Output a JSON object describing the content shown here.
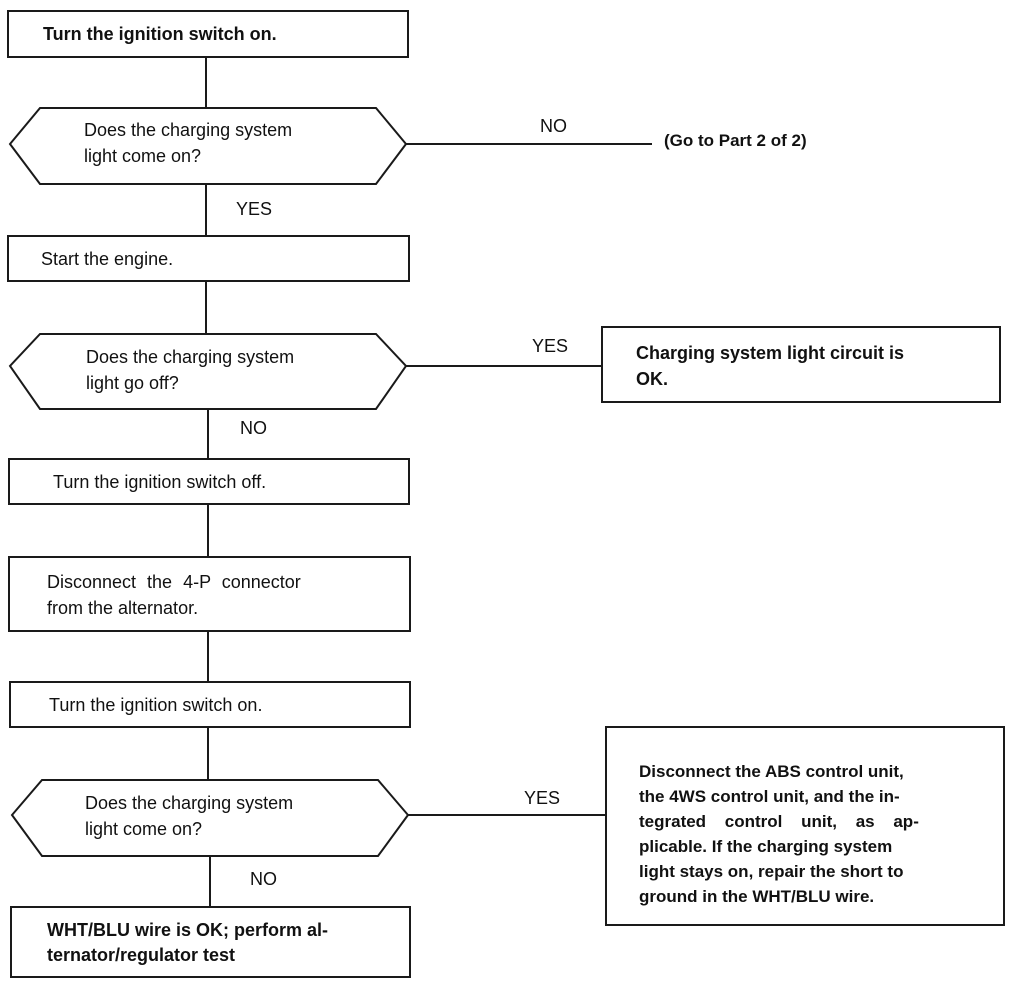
{
  "steps": {
    "s1": "Turn the ignition switch on.",
    "d1": [
      "Does the charging system",
      "light come on?"
    ],
    "s2": "Start the engine.",
    "d2": [
      "Does the charging system",
      "light go off?"
    ],
    "s3": "Turn the ignition switch off.",
    "s4": [
      "Disconnect the 4-P connector",
      "from the alternator."
    ],
    "s5": "Turn the ignition switch on.",
    "d3": [
      "Does the charging system",
      "light come on?"
    ],
    "end_ok": [
      "WHT/BLU wire is OK; perform al-",
      "ternator/regulator test"
    ],
    "ok_box": [
      "Charging system light circuit is",
      "OK."
    ],
    "abs_box": [
      "Disconnect the ABS control unit,",
      "the 4WS control unit, and the in-",
      "tegrated control unit, as ap-",
      "plicable. If the charging system",
      "light stays on, repair the short to",
      "ground in the WHT/BLU wire."
    ],
    "goto": "(Go to Part 2 of 2)"
  },
  "labels": {
    "no1": "NO",
    "yes1": "YES",
    "yes2": "YES",
    "no2": "NO",
    "yes3": "YES",
    "no3": "NO"
  }
}
